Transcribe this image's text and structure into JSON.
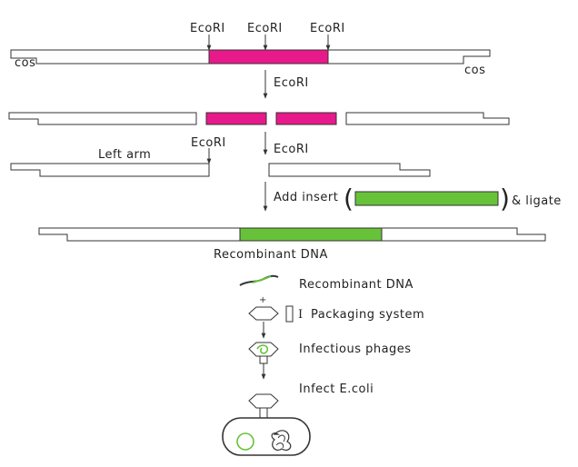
{
  "colors": {
    "vector_stuffer": "#e8198b",
    "insert": "#67c23a",
    "outline": "#333333"
  },
  "labels": {
    "ecori_site_1": "EcoRI",
    "ecori_site_2": "EcoRI",
    "ecori_site_3": "EcoRI",
    "cos_left": "cos",
    "cos_right": "cos",
    "step_digest_1": "EcoRI",
    "left_arm": "Left arm",
    "left_arm_ecori": "EcoRI",
    "step_digest_2": "EcoRI",
    "step_add_insert": "Add insert",
    "open_paren": "(",
    "close_paren": ")",
    "ligate": "& ligate",
    "recombinant_dna_caption": "Recombinant DNA",
    "stage_recombinant_dna": "Recombinant DNA",
    "packaging_symbol": "I",
    "stage_packaging": "Packaging system",
    "stage_infectious_phages": "Infectious phages",
    "stage_infect": "Infect E.coli"
  }
}
